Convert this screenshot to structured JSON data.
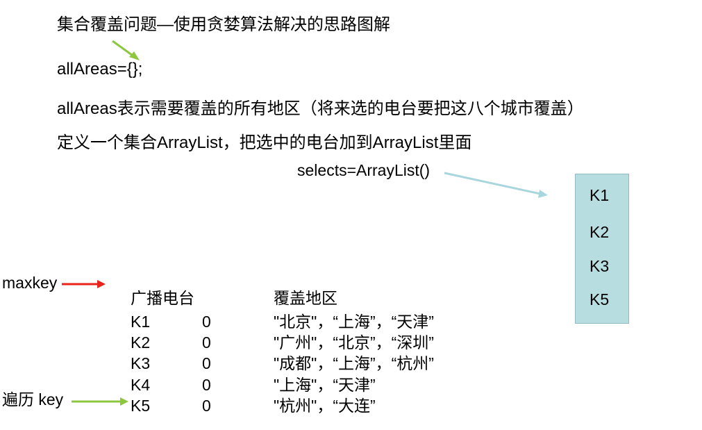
{
  "title": "集合覆盖问题—使用贪婪算法解决的思路图解",
  "all_areas": "allAreas={};",
  "line1": "allAreas表示需要覆盖的所有地区（将来选的电台要把这八个城市覆盖）",
  "line2": "定义一个集合ArrayList，把选中的电台加到ArrayList里面",
  "selects": "selects=ArrayList()",
  "maxkey": "maxkey",
  "traverse": "遍历 key",
  "table": {
    "headers": {
      "station": "广播电台",
      "coverage": "覆盖地区"
    },
    "rows": [
      {
        "key": "K1",
        "count": "0",
        "areas": "\"北京\"，“上海”，“天津”"
      },
      {
        "key": "K2",
        "count": "0",
        "areas": "\"广州\"，“北京”，“深圳”"
      },
      {
        "key": "K3",
        "count": "0",
        "areas": "\"成都\"，“上海”，“杭州”"
      },
      {
        "key": "K4",
        "count": "0",
        "areas": "\"上海\"，“天津”"
      },
      {
        "key": "K5",
        "count": "0",
        "areas": "\"杭州\"，“大连”"
      }
    ]
  },
  "selected": [
    "K1",
    "K2",
    "K3",
    "K5"
  ],
  "colors": {
    "green_arrow": "#8dc63f",
    "red_arrow": "#e8231b",
    "teal_arrow": "#a9d6dc",
    "box_fill": "#b7dde1"
  }
}
